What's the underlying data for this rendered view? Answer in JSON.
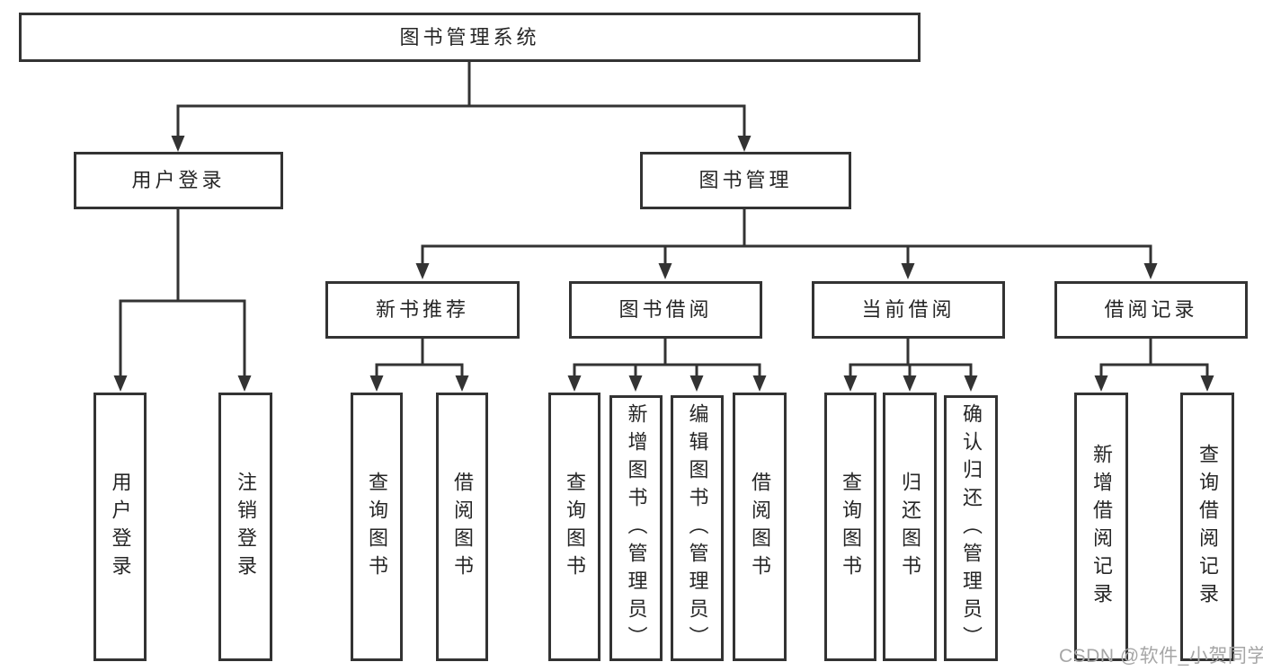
{
  "diagram": {
    "title": "图书管理系统",
    "branches": [
      {
        "label": "用户登录",
        "children": [
          "用户登录",
          "注销登录"
        ]
      },
      {
        "label": "图书管理",
        "children": [
          {
            "label": "新书推荐",
            "children": [
              "查询图书",
              "借阅图书"
            ]
          },
          {
            "label": "图书借阅",
            "children": [
              "查询图书",
              "新增图书（管理员）",
              "编辑图书（管理员）",
              "借阅图书"
            ]
          },
          {
            "label": "当前借阅",
            "children": [
              "查询图书",
              "归还图书",
              "确认归还（管理员）"
            ]
          },
          {
            "label": "借阅记录",
            "children": [
              "新增借阅记录",
              "查询借阅记录"
            ]
          }
        ]
      }
    ]
  },
  "watermark": {
    "text": "CSDN @软件_小贺同学"
  },
  "colors": {
    "line": "#333333",
    "node_border": "#333333",
    "node_text": "#262626",
    "background": "#ffffff",
    "watermark": "#a6a6a6"
  }
}
